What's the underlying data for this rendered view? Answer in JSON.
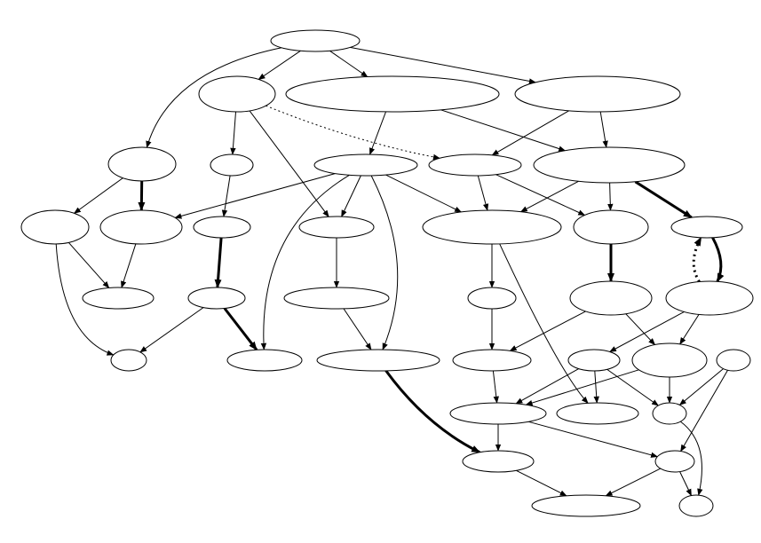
{
  "diagram": {
    "type": "directed-graph",
    "node_count": 35,
    "edge_count": 53,
    "node_labels": "none",
    "edge_styles": [
      "normal",
      "bold",
      "dotted",
      "bold-dotted"
    ],
    "colors": {
      "background": "#ffffff",
      "stroke": "#000000"
    }
  }
}
